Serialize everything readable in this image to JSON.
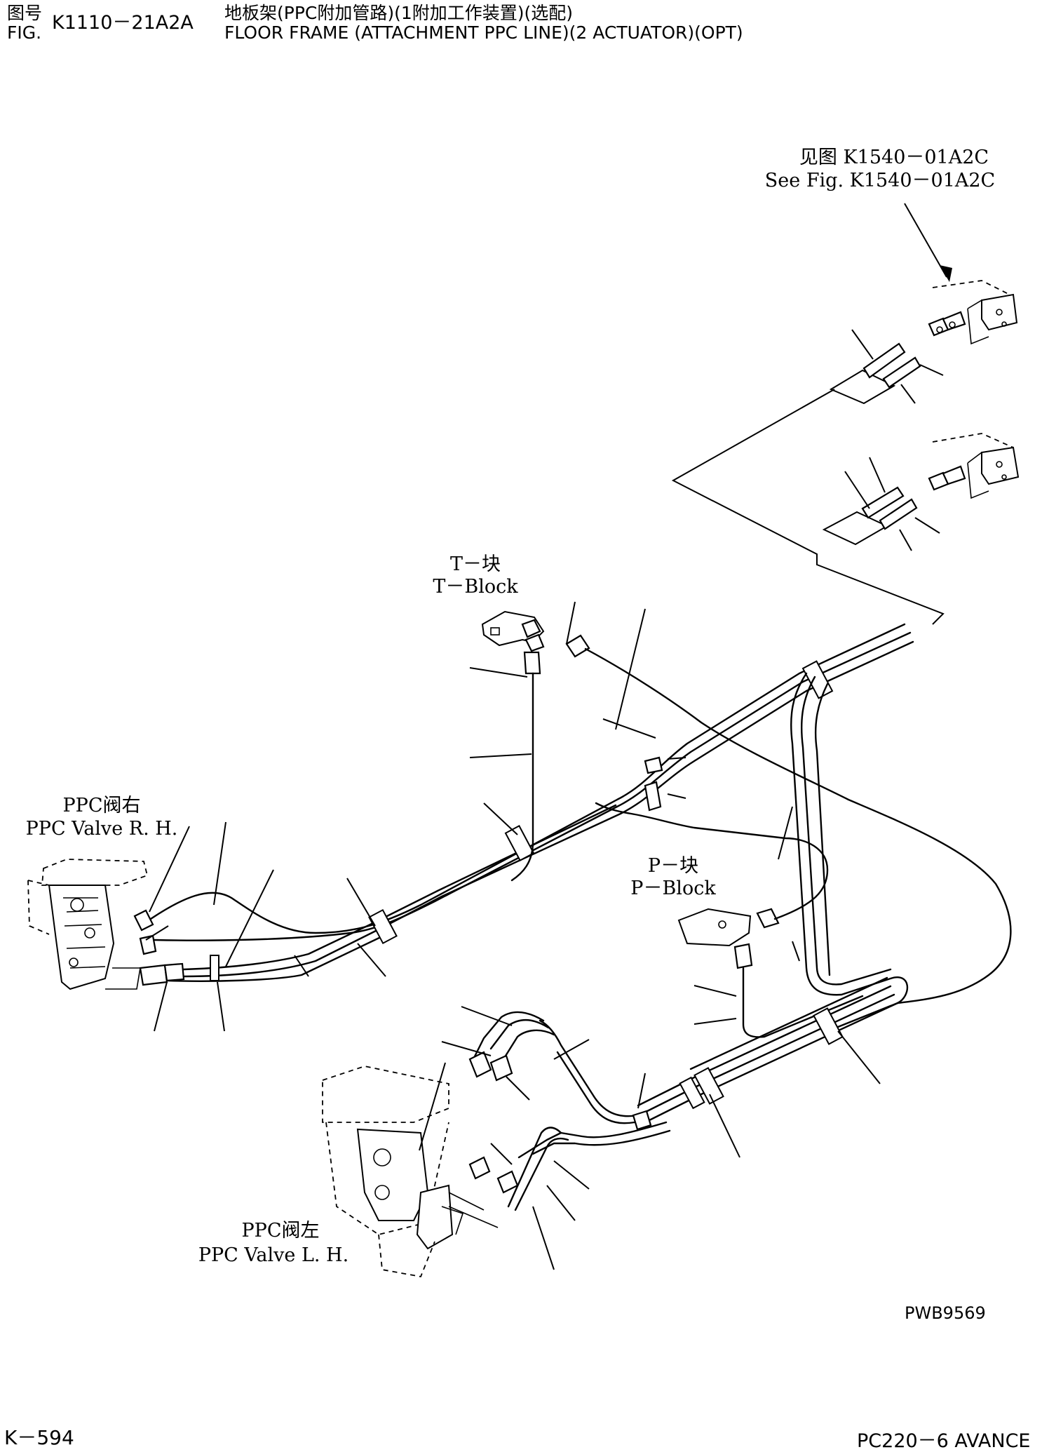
{
  "header": {
    "fig_label_cn": "图号",
    "fig_label_en": "FIG.",
    "fig_number": "K1110－21A2A",
    "title_cn": "地板架(PPC附加管路)(1附加工作装置)(选配)",
    "title_en": "FLOOR FRAME (ATTACHMENT PPC LINE)(2 ACTUATOR)(OPT)"
  },
  "callouts": {
    "see_fig_cn": "见图 K1540－01A2C",
    "see_fig_en": "See Fig. K1540－01A2C",
    "t_block_cn": "T－块",
    "t_block_en": "T－Block",
    "ppc_rh_cn": "PPC阀右",
    "ppc_rh_en": "PPC Valve R. H.",
    "p_block_cn": "P－块",
    "p_block_en": "P－Block",
    "ppc_lh_cn": "PPC阀左",
    "ppc_lh_en": "PPC Valve L. H."
  },
  "footer": {
    "drawing_code": "PWB9569",
    "page_number": "K－594",
    "model": "PC220－6 AVANCE"
  }
}
